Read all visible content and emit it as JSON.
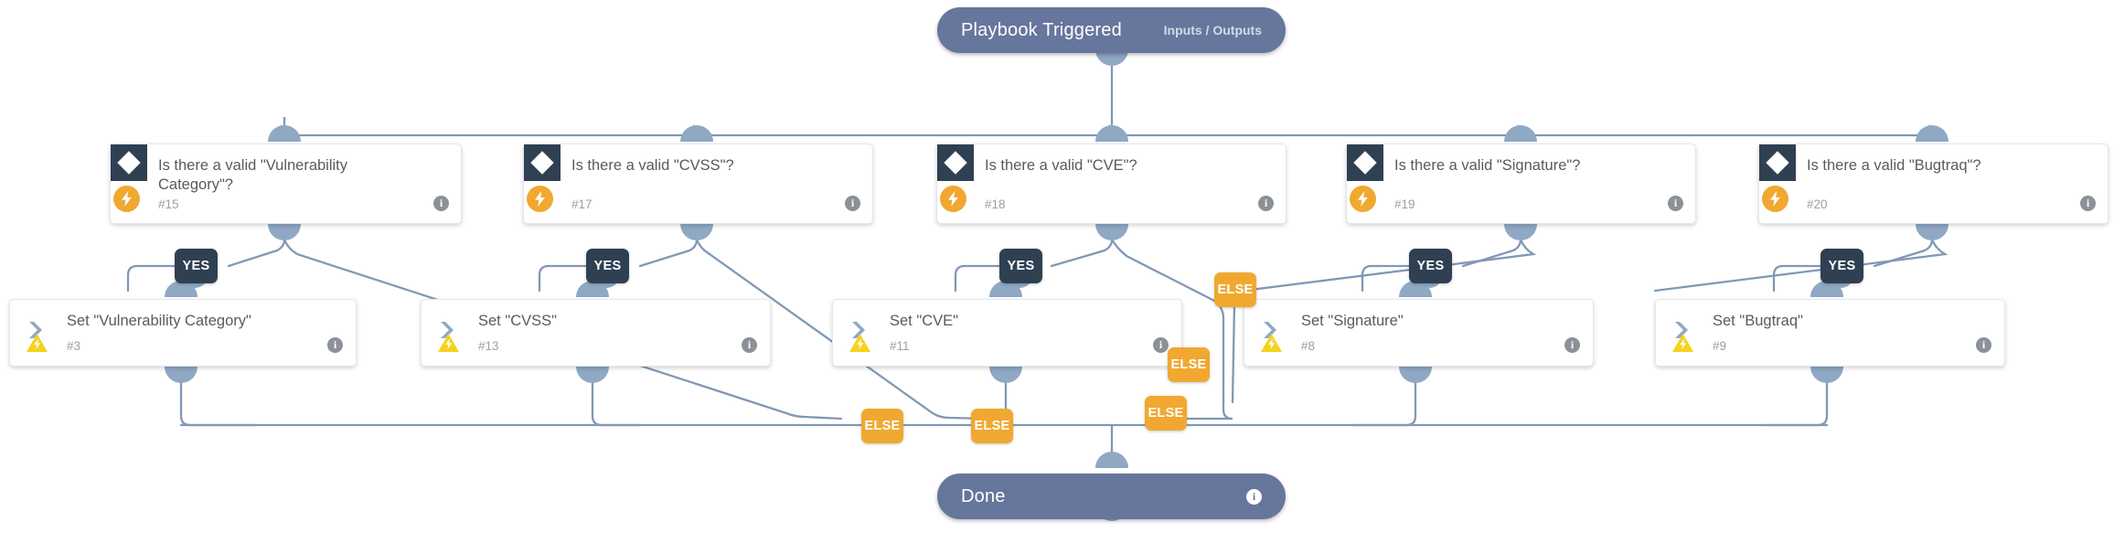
{
  "diagram": {
    "type": "playbook-workflow",
    "colors": {
      "terminal": "#66769c",
      "decision_icon": "#2e4052",
      "accent_orange": "#f0a830",
      "warning_yellow": "#f5d21e",
      "edge": "#8198b5",
      "port": "#8fa8c4",
      "canvas": "#ffffff"
    },
    "start": {
      "label": "Playbook Triggered",
      "sub_label": "Inputs / Outputs",
      "icon": "none"
    },
    "end": {
      "label": "Done",
      "icon": "info-icon"
    },
    "decisions": [
      {
        "label": "Is there a valid \"Vulnerability Category\"?",
        "number": "#15",
        "icon": "diamond-icon",
        "badge": "bolt-icon"
      },
      {
        "label": "Is there a valid \"CVSS\"?",
        "number": "#17",
        "icon": "diamond-icon",
        "badge": "bolt-icon"
      },
      {
        "label": "Is there a valid \"CVE\"?",
        "number": "#18",
        "icon": "diamond-icon",
        "badge": "bolt-icon"
      },
      {
        "label": "Is there a valid \"Signature\"?",
        "number": "#19",
        "icon": "diamond-icon",
        "badge": "bolt-icon"
      },
      {
        "label": "Is there a valid \"Bugtraq\"?",
        "number": "#20",
        "icon": "diamond-icon",
        "badge": "bolt-icon"
      }
    ],
    "actions": [
      {
        "label": "Set \"Vulnerability Category\"",
        "number": "#3",
        "icon": "chevron-right-icon",
        "badge": "warning-triangle-icon"
      },
      {
        "label": "Set \"CVSS\"",
        "number": "#13",
        "icon": "chevron-right-icon",
        "badge": "warning-triangle-icon"
      },
      {
        "label": "Set \"CVE\"",
        "number": "#11",
        "icon": "chevron-right-icon",
        "badge": "warning-triangle-icon"
      },
      {
        "label": "Set \"Signature\"",
        "number": "#8",
        "icon": "chevron-right-icon",
        "badge": "warning-triangle-icon"
      },
      {
        "label": "Set \"Bugtraq\"",
        "number": "#9",
        "icon": "chevron-right-icon",
        "badge": "warning-triangle-icon"
      }
    ],
    "edge_labels": {
      "yes": "YES",
      "else": "ELSE"
    },
    "yes_labels": [
      "YES",
      "YES",
      "YES",
      "YES",
      "YES"
    ],
    "else_labels": [
      "ELSE",
      "ELSE",
      "ELSE",
      "ELSE",
      "ELSE"
    ]
  }
}
